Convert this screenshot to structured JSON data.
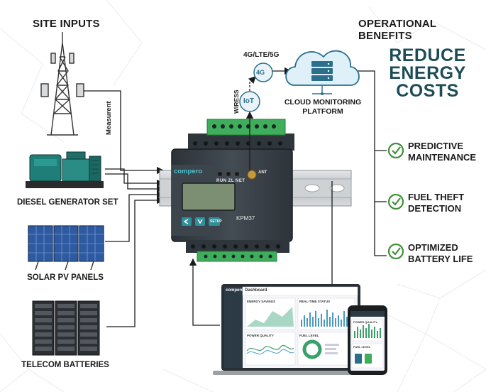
{
  "inputs": {
    "title": "SITE INPUTS",
    "items": [
      {
        "label": ""
      },
      {
        "label": "DIESEL GENERATOR SET"
      },
      {
        "label": "SOLAR PV PANELS"
      },
      {
        "label": "TELECOM BATTERIES"
      }
    ],
    "measurement_label": "Measurent"
  },
  "benefits": {
    "title": "OPERATIONAL BENEFITS",
    "headline": [
      "REDUCE",
      "ENERGY",
      "COSTS"
    ],
    "items": [
      {
        "line1": "PREDICTIVE",
        "line2": "MAINTENANCE"
      },
      {
        "line1": "FUEL THEFT",
        "line2": "DETECTION"
      },
      {
        "line1": "OPTIMIZED",
        "line2": "BATTERY LIFE"
      }
    ]
  },
  "connectivity": {
    "network_label": "4G/LTE/5G",
    "network_badge": "4G",
    "iot_badge": "IoT",
    "wireless_label": "WIRESS",
    "cloud_line1": "CLOUD MONITORING",
    "cloud_line2": "PLATFORM"
  },
  "meter": {
    "brand": "compero",
    "model": "KPM37",
    "leds": "RUN  ZL  NET",
    "ant": "ANT",
    "key_label": "SETUP"
  },
  "dashboard": {
    "brand": "compero",
    "title": "Dashboard",
    "cards": [
      "ENERGY SAVINGS",
      "REAL-TIME STATUS",
      "POWER QUALITY",
      "FUEL LEVEL"
    ]
  },
  "phone": {
    "card1": "POWER QUALITY",
    "card2": "FUEL LEVEL"
  },
  "colors": {
    "accent": "#1c4d57",
    "check": "#3f8f3a",
    "meter_body": "#3a4148",
    "terminal_green": "#3fae5a",
    "lcd": "#7d8f73",
    "generator": "#1f7f78",
    "solar": "#2d5aa0"
  },
  "icons": [
    "tower-icon",
    "generator-icon",
    "solar-panel-icon",
    "battery-rack-icon",
    "cloud-server-icon",
    "iot-badge-icon",
    "network-badge-icon",
    "check-circle-icon",
    "din-rail-icon",
    "laptop-dashboard-icon",
    "smartphone-icon"
  ]
}
